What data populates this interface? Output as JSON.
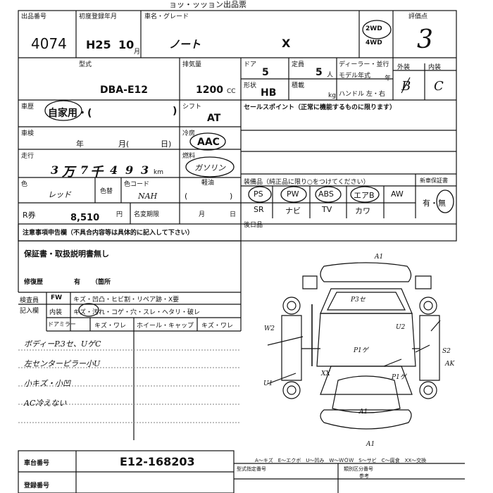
{
  "header": {
    "title_partial": "ョッ・ッッョン出品票"
  },
  "lot": {
    "label": "出品番号",
    "value": "4074"
  },
  "first_reg": {
    "label": "初度登録年月",
    "era_year": "H25",
    "month": "10",
    "month_unit": "月"
  },
  "vehicle": {
    "label": "車名・グレード",
    "name": "ノート",
    "grade": "X"
  },
  "drive": {
    "two": "2WD",
    "four": "4WD"
  },
  "score": {
    "label": "評価点",
    "value": "3",
    "exterior_label": "外装",
    "interior_label": "内装",
    "exterior": "B",
    "interior": "C"
  },
  "model": {
    "label": "型式",
    "value": "DBA-E12"
  },
  "displacement": {
    "label": "排気量",
    "value": "1200",
    "unit": "CC"
  },
  "doors": {
    "label": "ドア",
    "value": "5"
  },
  "capacity": {
    "label": "定員",
    "value": "5",
    "unit": "人"
  },
  "shape": {
    "label": "形状",
    "value": "HB"
  },
  "load": {
    "label": "積載",
    "unit": "kg"
  },
  "dealer": {
    "label": "ディーラー・並行",
    "model_year_label": "モデル年式",
    "model_year_unit": "年",
    "handle_label": "ハンドル 左・右"
  },
  "usage": {
    "label": "車歴",
    "value": "自家用・(",
    "close": ")"
  },
  "shift": {
    "label": "シフト",
    "value": "AT"
  },
  "sales": {
    "label": "セールスポイント（正常に機能するものに限ります）"
  },
  "inspection": {
    "label": "車検",
    "year": "年",
    "month": "月(",
    "day": "日)"
  },
  "ac": {
    "label": "冷房",
    "value": "AAC"
  },
  "mileage": {
    "label": "走行",
    "d1": "3",
    "u1": "万",
    "d2": "7",
    "u2": "千",
    "d3": "4",
    "d4": "9",
    "d5": "3",
    "unit": "km"
  },
  "fuel": {
    "label": "燃料",
    "value": "ガソリン",
    "diesel": "軽油",
    "paren_l": "(",
    "paren_r": ")"
  },
  "color": {
    "label": "色",
    "value": "レッド",
    "change_label": "色替",
    "code_label": "色コード",
    "code_value": "NAH"
  },
  "equipment": {
    "label": "装備品（純正品に限り○をつけてください）",
    "row1": [
      "PS",
      "PW",
      "ABS",
      "エアB",
      "AW"
    ],
    "row2": [
      "SR",
      "ナビ",
      "TV",
      "カワ",
      ""
    ],
    "warranty_label": "新車保証書",
    "warranty_value": "有・無"
  },
  "recycle": {
    "label": "R券",
    "value": "8,510",
    "unit": "円"
  },
  "meigi": {
    "label": "名変期限",
    "month": "月",
    "day": "日"
  },
  "after": {
    "label": "後日品"
  },
  "notes": {
    "label": "注意事項申告欄（不具合内容等は具体的に記入して下さい）",
    "line1": "保証書・取扱説明書無し",
    "repair_label": "修復歴",
    "repair_value": "有",
    "repair_loc": "（箇所"
  },
  "check": {
    "label1": "検査員",
    "label2": "記入欄",
    "r1": [
      "FW",
      "キズ・凹凸・ヒビ割・リペア跡・X要"
    ],
    "r2": [
      "内装",
      "キズ・汚れ・コゲ・穴・スレ・ヘタリ・破レ"
    ],
    "r3": [
      "ドアミラー",
      "キズ・ワレ",
      "ホイール・キャップ",
      "キズ・ワレ"
    ]
  },
  "handwritten": [
    "ボディーP.3セ、UゲC",
    "左センターピラー小U",
    "小キズ・小凹",
    "AC冷えない"
  ],
  "diagram": {
    "marks": [
      "A1",
      "P3セ",
      "W2",
      "U2",
      "P1ゲ",
      "S2",
      "AK",
      "U1",
      "XX",
      "P1ゲ",
      "A1",
      "A1"
    ],
    "legend": "A～キズ　E～エクボ　U～凹み　W～ＷＯＷ　S～サビ　C～腐食　XX～交換"
  },
  "frame": {
    "label": "車台番号",
    "value": "E12-168203"
  },
  "regno": {
    "label": "登録番号"
  },
  "bottom": {
    "a": "型式指定番号",
    "b": "類別区分番号",
    "c": "参考"
  }
}
